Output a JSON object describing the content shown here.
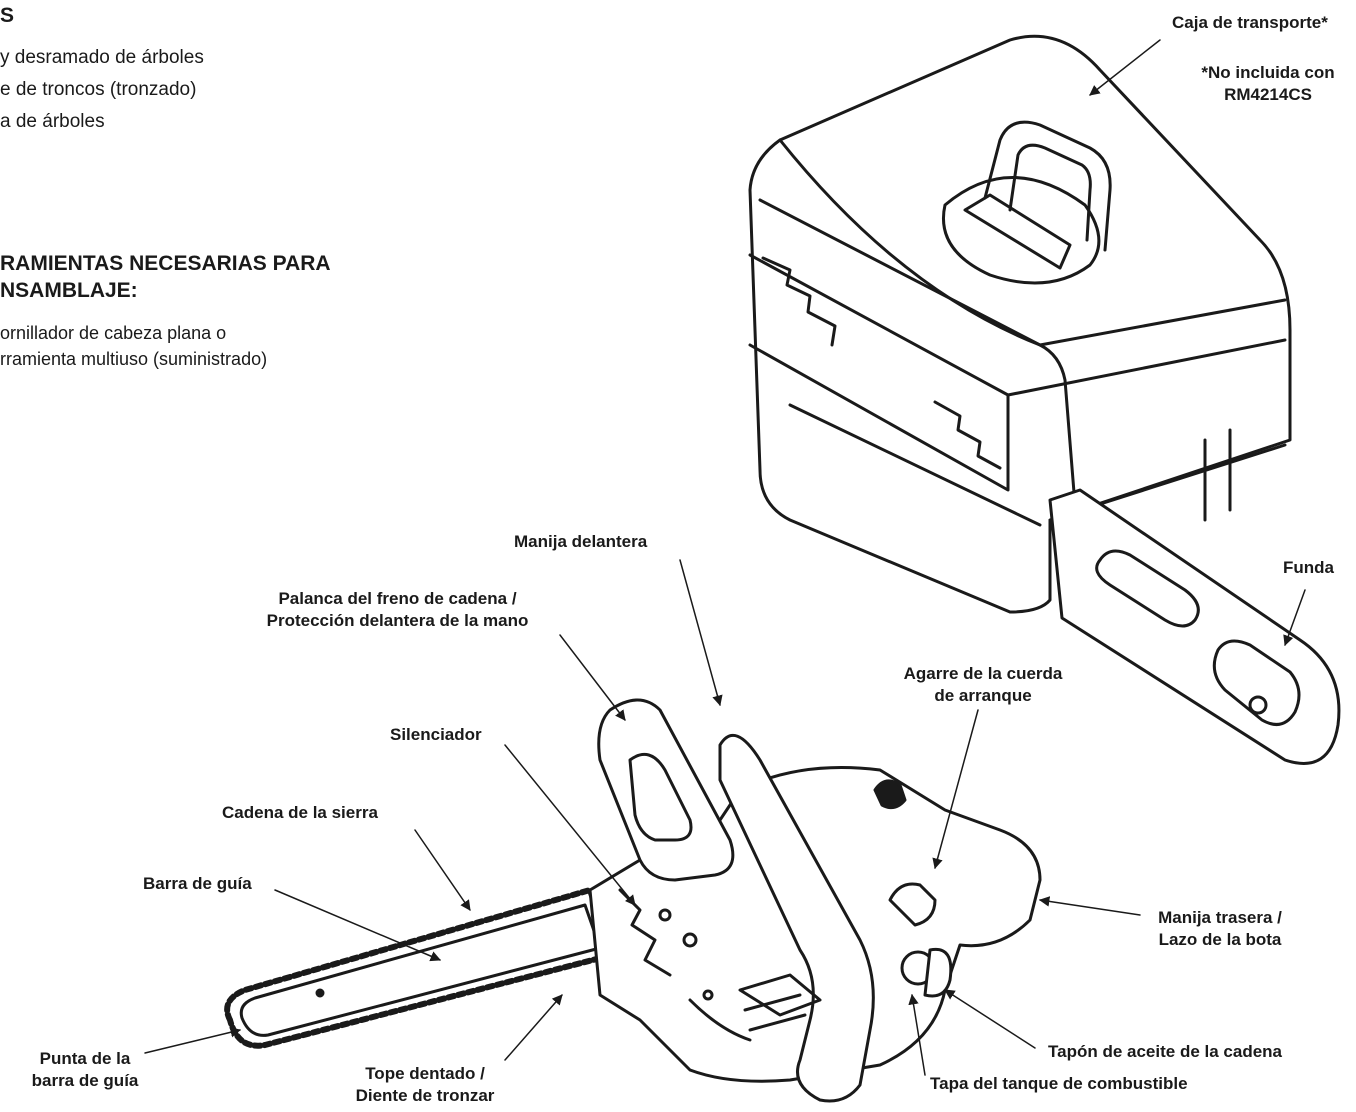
{
  "intro": {
    "section_title_fragment": "S",
    "uses": [
      "y desramado de árboles",
      "e de troncos (tronzado)",
      "a de árboles"
    ]
  },
  "tools_section": {
    "title_line1": "RAMIENTAS NECESARIAS PARA",
    "title_line2": "NSAMBLAJE:",
    "item_line1": "ornillador de cabeza plana o",
    "item_line2": "rramienta multiuso (suministrado)"
  },
  "labels": {
    "carrying_case": "Caja de transporte*",
    "case_note_line1": "*No incluida con",
    "case_note_line2": "RM4214CS",
    "scabbard": "Funda",
    "front_handle": "Manija delantera",
    "chain_brake_line1": "Palanca del freno de cadena /",
    "chain_brake_line2": "Protección delantera de la mano",
    "starter_grip_line1": "Agarre de la cuerda",
    "starter_grip_line2": "de arranque",
    "muffler": "Silenciador",
    "saw_chain": "Cadena de la sierra",
    "guide_bar": "Barra de guía",
    "rear_handle_line1": "Manija trasera /",
    "rear_handle_line2": "Lazo de la bota",
    "bar_tip_line1": "Punta de la",
    "bar_tip_line2": "barra de guía",
    "bumper_spike_line1": "Tope dentado /",
    "bumper_spike_line2": "Diente de tronzar",
    "oil_cap": "Tapón de aceite de la cadena",
    "fuel_cap": "Tapa del tanque de combustible"
  },
  "colors": {
    "ink": "#1a1a1a",
    "background": "#ffffff"
  }
}
